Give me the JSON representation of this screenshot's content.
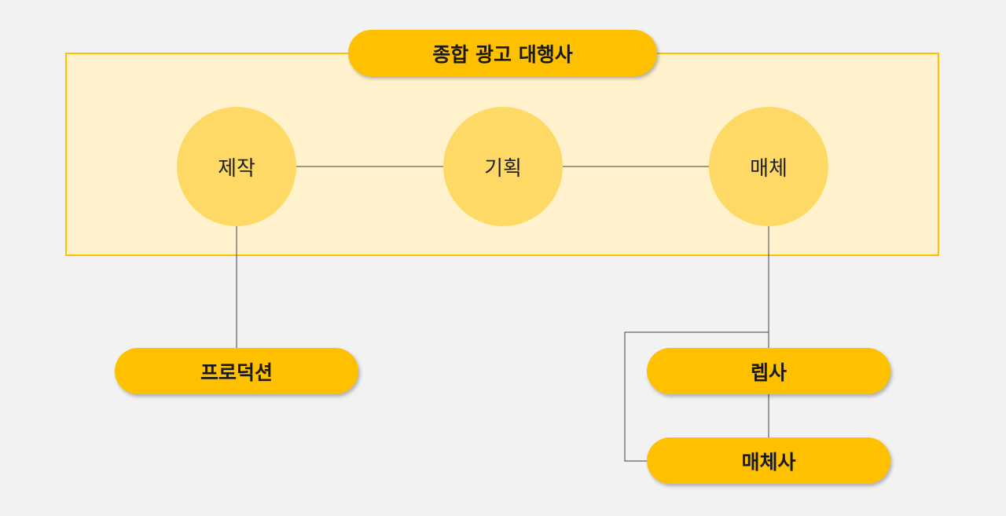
{
  "header": {
    "title": "종합 광고 대행사"
  },
  "functions": [
    {
      "label": "제작"
    },
    {
      "label": "기획"
    },
    {
      "label": "매체"
    }
  ],
  "outside": [
    {
      "label": "프로덕션"
    },
    {
      "label": "렙사"
    },
    {
      "label": "매체사"
    }
  ],
  "colors": {
    "background": "#f2f2f2",
    "box_fill": "#fff2cc",
    "box_border": "#ffc000",
    "circle_fill": "#ffd966",
    "pill_fill": "#ffc000",
    "connector": "#404040"
  }
}
